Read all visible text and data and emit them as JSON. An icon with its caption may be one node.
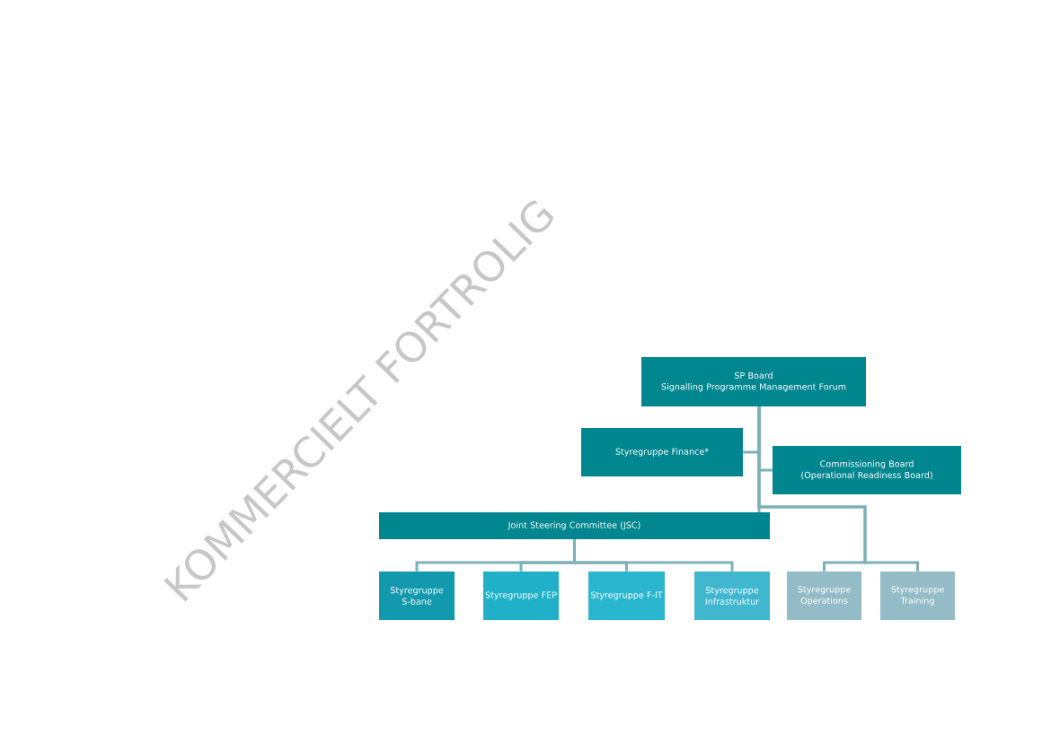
{
  "diagram": {
    "nodes": [
      {
        "text": [
          "SP Board",
          "Signalling Programme Management Forum"
        ]
      },
      {
        "text": [
          "Styregruppe Finance*"
        ]
      },
      {
        "text": [
          "Commissioning Board (Operational Readiness Board)"
        ]
      },
      {
        "text": [
          "Joint Steering Committee (JSC)"
        ]
      },
      {
        "text": [
          "Styregruppe S-bane"
        ]
      },
      {
        "text": [
          "Styregruppe FEP"
        ]
      },
      {
        "text": [
          "Styregruppe F-IT"
        ]
      },
      {
        "text": [
          "Styregruppe Infrastruktur"
        ]
      },
      {
        "text": [
          "Styregruppe Operations"
        ]
      },
      {
        "text": [
          "Styregruppe Training"
        ]
      }
    ],
    "edges": [
      {
        "from": 0,
        "to": 1,
        "arrow": "none"
      },
      {
        "from": 0,
        "to": 2,
        "arrow": "none"
      },
      {
        "from": 0,
        "to": 3,
        "arrow": "none"
      },
      {
        "from": 0,
        "to": 8,
        "arrow": "none"
      },
      {
        "from": 0,
        "to": 9,
        "arrow": "none"
      },
      {
        "from": 3,
        "to": 4,
        "arrow": "none"
      },
      {
        "from": 3,
        "to": 5,
        "arrow": "none"
      },
      {
        "from": 3,
        "to": 6,
        "arrow": "none"
      },
      {
        "from": 3,
        "to": 7,
        "arrow": "none"
      }
    ],
    "labels": [
      "KOMMERCIELT FORTROLIG"
    ]
  }
}
